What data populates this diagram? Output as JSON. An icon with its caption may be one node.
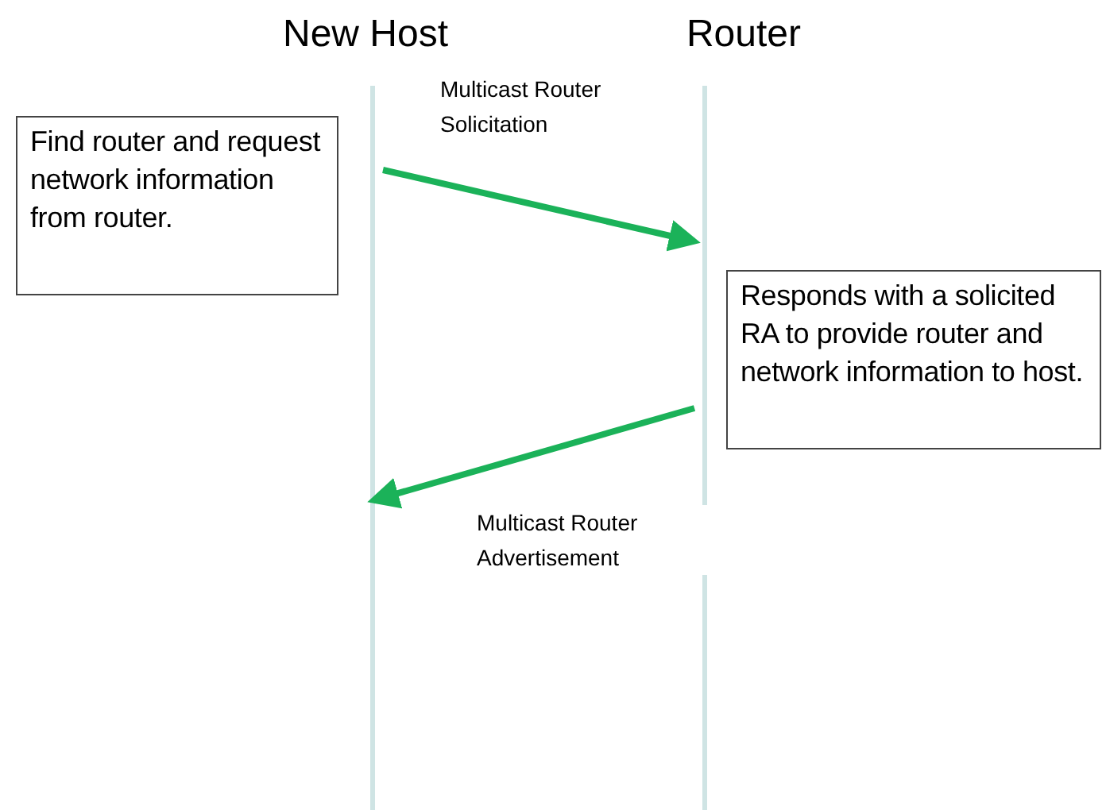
{
  "diagram": {
    "nodes": [
      {
        "text": [
          "New Host"
        ]
      },
      {
        "text": [
          "Router"
        ]
      },
      {
        "text": [
          "Find router and request network information from router."
        ]
      },
      {
        "text": [
          "Responds with a solicited RA to provide router and network information to host."
        ]
      }
    ],
    "edges": [
      {
        "from": 0,
        "to": 1,
        "arrow": "to",
        "label": "Multicast Router Solicitation"
      },
      {
        "from": 1,
        "to": 0,
        "arrow": "to",
        "label": "Multicast Router Advertisement"
      }
    ]
  }
}
